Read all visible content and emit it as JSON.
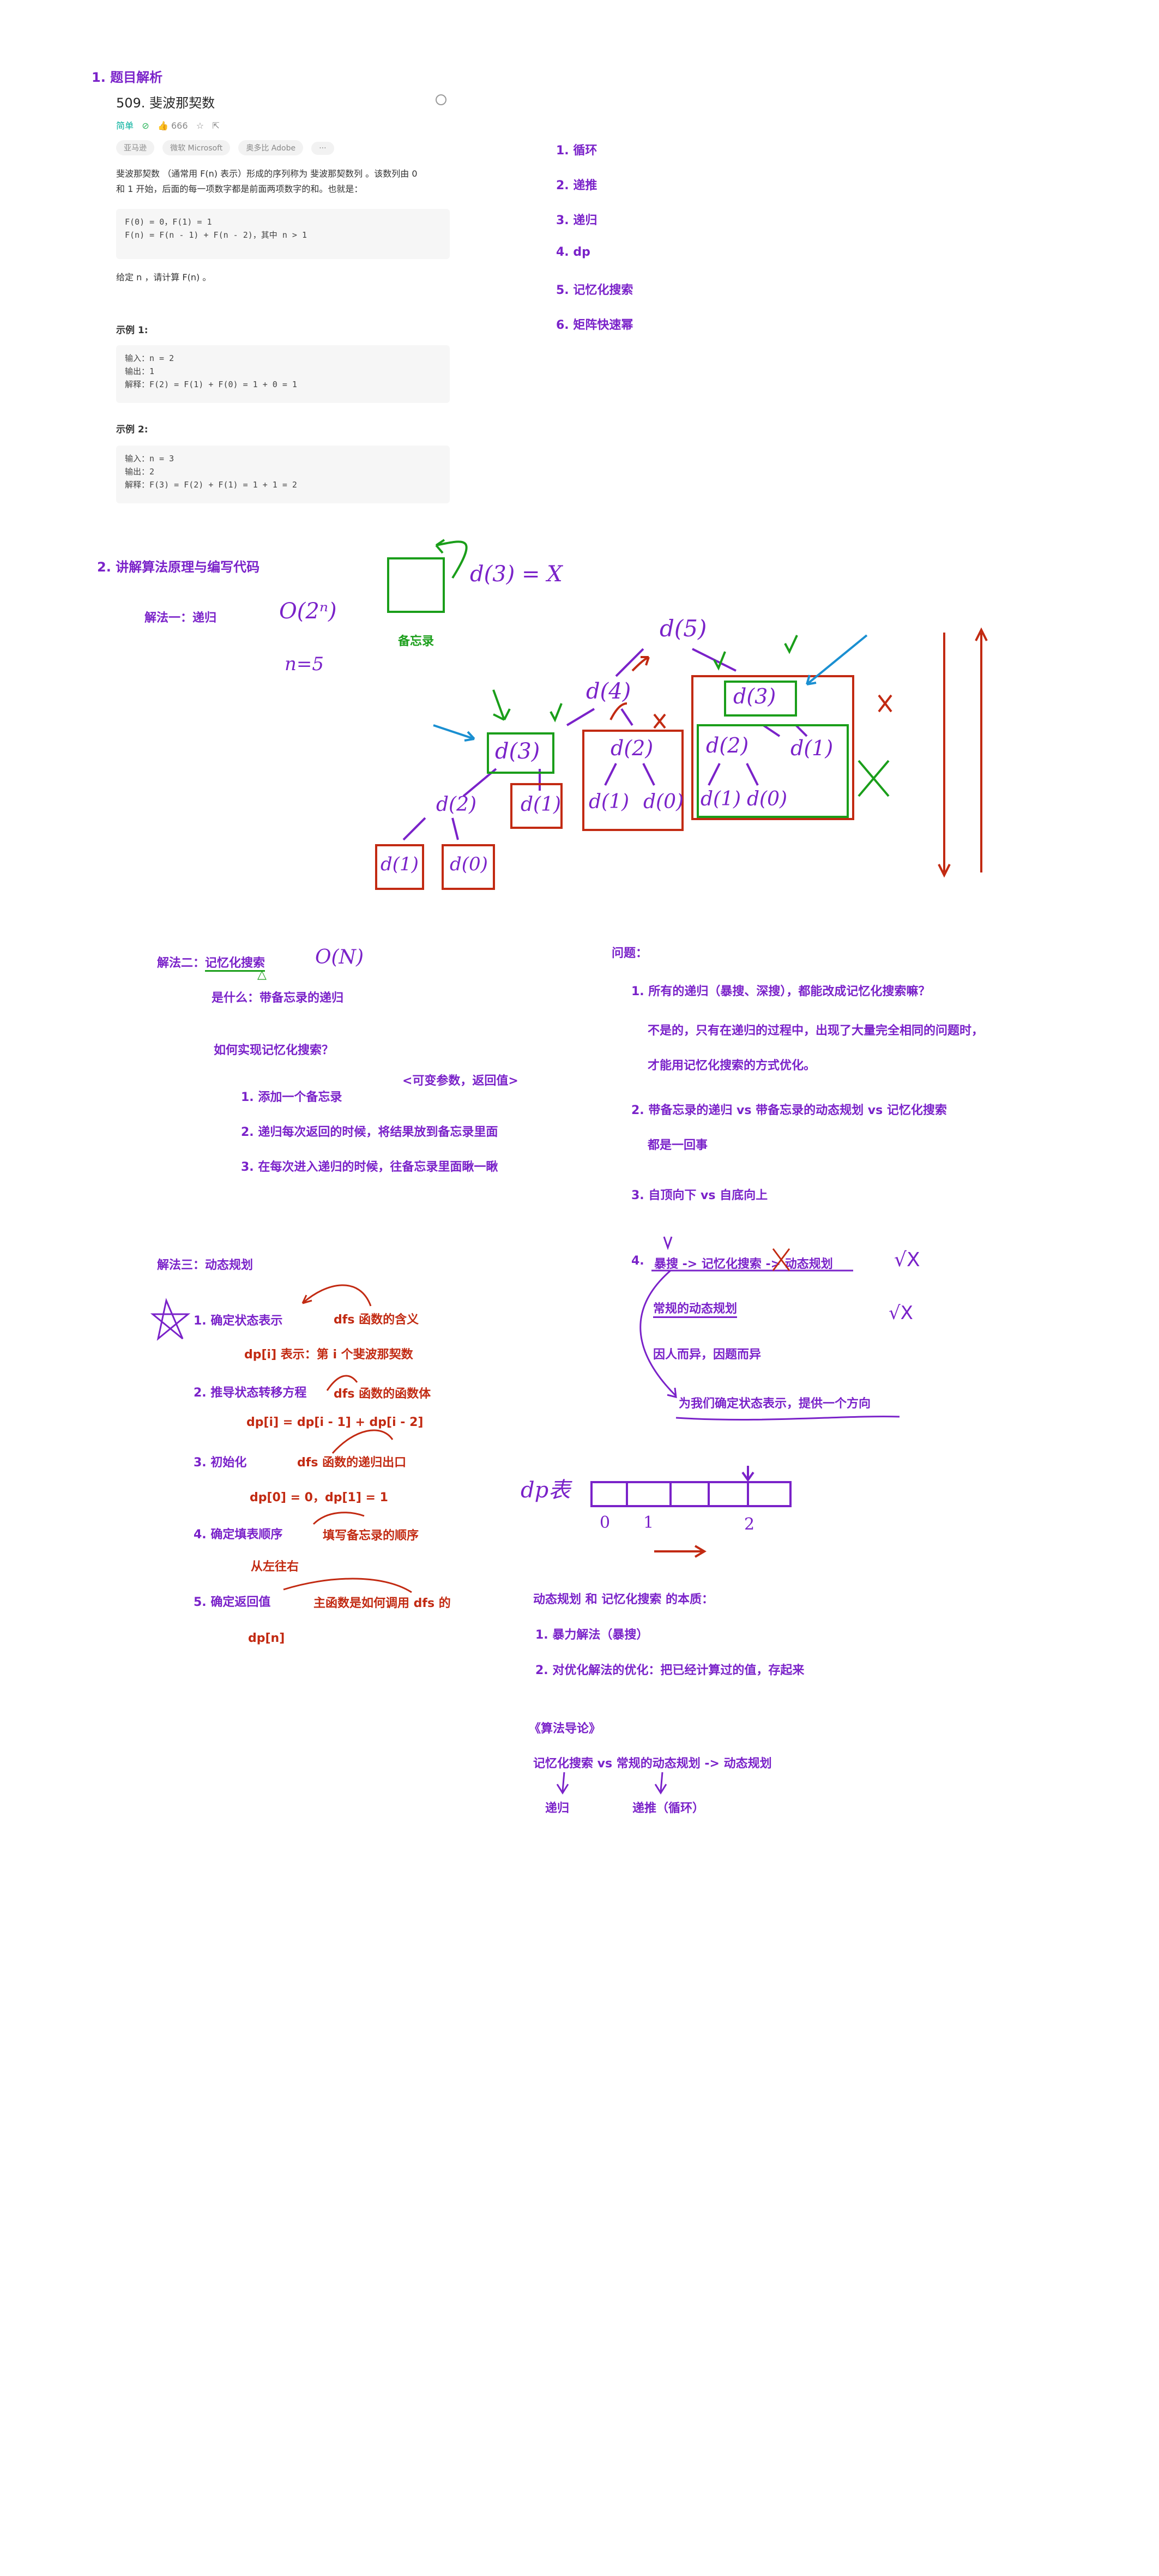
{
  "section1": {
    "title": "1. 题目解析"
  },
  "problem": {
    "title": "509. 斐波那契数",
    "difficulty": "简单",
    "likes": "666",
    "tags": [
      "亚马逊",
      "微软 Microsoft",
      "奥多比 Adobe",
      "···"
    ],
    "desc_line1": "斐波那契数 （通常用 F(n) 表示）形成的序列称为 斐波那契数列 。该数列由 0",
    "desc_line2": "和 1 开始，后面的每一项数字都是前面两项数字的和。也就是：",
    "code1_line1": "F(0) = 0，F(1) = 1",
    "code1_line2": "F(n) = F(n - 1) + F(n - 2)，其中 n > 1",
    "given": "给定 n ，请计算 F(n) 。",
    "ex1_title": "示例 1:",
    "ex1_input": "输入：n = 2",
    "ex1_output": "输出：1",
    "ex1_explain": "解释：F(2) = F(1) + F(0) = 1 + 0 = 1",
    "ex2_title": "示例 2:",
    "ex2_input": "输入：n = 3",
    "ex2_output": "输出：2",
    "ex2_explain": "解释：F(3) = F(2) + F(1) = 1 + 1 = 2"
  },
  "methods_list": [
    "1. 循环",
    "2. 递推",
    "3. 递归",
    "4. dp",
    "5. 记忆化搜索",
    "6. 矩阵快速幂"
  ],
  "section2": {
    "title": "2. 讲解算法原理与编写代码"
  },
  "sol1": {
    "label": "解法一：递归",
    "complexity": "O(2ⁿ)",
    "n_value": "n=5",
    "memo_label": "备忘录",
    "memo_mark": "d(3) = X"
  },
  "tree_nodes": {
    "d5": "d(5)",
    "d4": "d(4)",
    "d3a": "d(3)",
    "d2a": "d(2)",
    "d3b": "d(3)",
    "d2b": "d(2)",
    "d1a": "d(1)",
    "d2c": "d(2)",
    "d1b": "d(1)",
    "d0a": "d(0)",
    "d1c": "d(1)",
    "d0b": "d(0)",
    "d1d": "d(1)",
    "d1e": "d(1)",
    "d0c": "d(0)"
  },
  "sol2": {
    "label": "解法二：",
    "label_hl": "记忆化搜索",
    "complexity": "O(N)",
    "what": "是什么：带备忘录的递归",
    "how": "如何实现记忆化搜索？",
    "step1": "1. 添加一个备忘录",
    "step1_note": "<可变参数，返回值>",
    "step2": "2. 递归每次返回的时候，将结果放到备忘录里面",
    "step3": "3. 在每次进入递归的时候，往备忘录里面瞅一瞅"
  },
  "questions": {
    "title": "问题：",
    "q1": "1. 所有的递归（暴搜、深搜），都能改成记忆化搜索嘛？",
    "q1_a1": "不是的，只有在递归的过程中，出现了大量完全相同的问题时，",
    "q1_a2": "才能用记忆化搜索的方式优化。",
    "q2": "2. 带备忘录的递归 vs 带备忘录的动态规划 vs 记忆化搜索",
    "q2_a": "都是一回事",
    "q3": "3. 自顶向下 vs 自底向上",
    "q4_num": "4.",
    "q4": "暴搜 -> 记忆化搜索 -> 动态规划",
    "q4_mark1": "√X",
    "q4_mark2": "√X",
    "q4_sub1": "常规的动态规划",
    "q4_sub2": "因人而异，因题而异",
    "q4_sub3": "为我们确定状态表示，提供一个方向"
  },
  "sol3": {
    "label": "解法三：动态规划",
    "s1": "1. 确定状态表示",
    "s1_note": "dfs 函数的含义",
    "s1_detail": "dp[i] 表示：第 i 个斐波那契数",
    "s2": "2. 推导状态转移方程",
    "s2_note": "dfs 函数的函数体",
    "s2_detail": "dp[i] = dp[i - 1] + dp[i - 2]",
    "s3": "3. 初始化",
    "s3_note": "dfs 函数的递归出口",
    "s3_detail": "dp[0] = 0，dp[1] = 1",
    "s4": "4. 确定填表顺序",
    "s4_note": "填写备忘录的顺序",
    "s4_detail": "从左往右",
    "s5": "5. 确定返回值",
    "s5_note": "主函数是如何调用 dfs 的",
    "s5_detail": "dp[n]"
  },
  "dp_table": {
    "label": "dp表",
    "idx0": "0",
    "idx1": "1",
    "idx2": "2"
  },
  "essence": {
    "title": "动态规划 和 记忆化搜索 的本质：",
    "p1": "1. 暴力解法（暴搜）",
    "p2": "2. 对优化解法的优化：把已经计算过的值，存起来"
  },
  "book": {
    "title": "《算法导论》",
    "line": "记忆化搜索 vs 常规的动态规划  -> 动态规划",
    "under1": "递归",
    "under2": "递推（循环）"
  },
  "colors": {
    "purple": "#7a22c9",
    "red": "#c22a12",
    "green": "#1a9e1a",
    "blue": "#1a8fd1"
  }
}
